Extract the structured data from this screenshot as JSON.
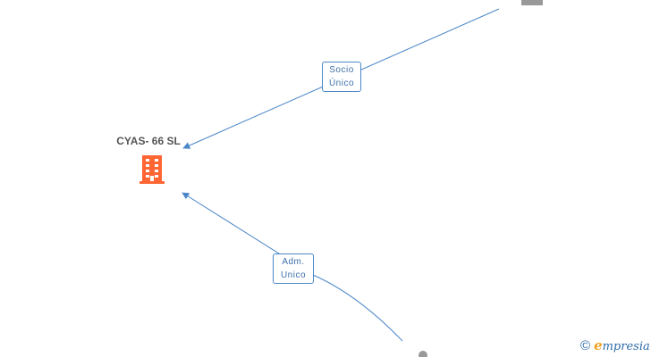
{
  "company": {
    "name": "CYAS- 66 SL",
    "icon": "building-icon",
    "color": "#ff6633"
  },
  "relations": [
    {
      "label_line1": "Socio",
      "label_line2": "Único",
      "from": "person-top",
      "to": "company"
    },
    {
      "label_line1": "Adm.",
      "label_line2": "Unico",
      "from": "person-bottom",
      "to": "company"
    }
  ],
  "colors": {
    "edge": "#4a86c8",
    "person": "#999999"
  },
  "watermark": {
    "symbol": "©",
    "brand_initial": "e",
    "brand_rest": "mpresia"
  }
}
